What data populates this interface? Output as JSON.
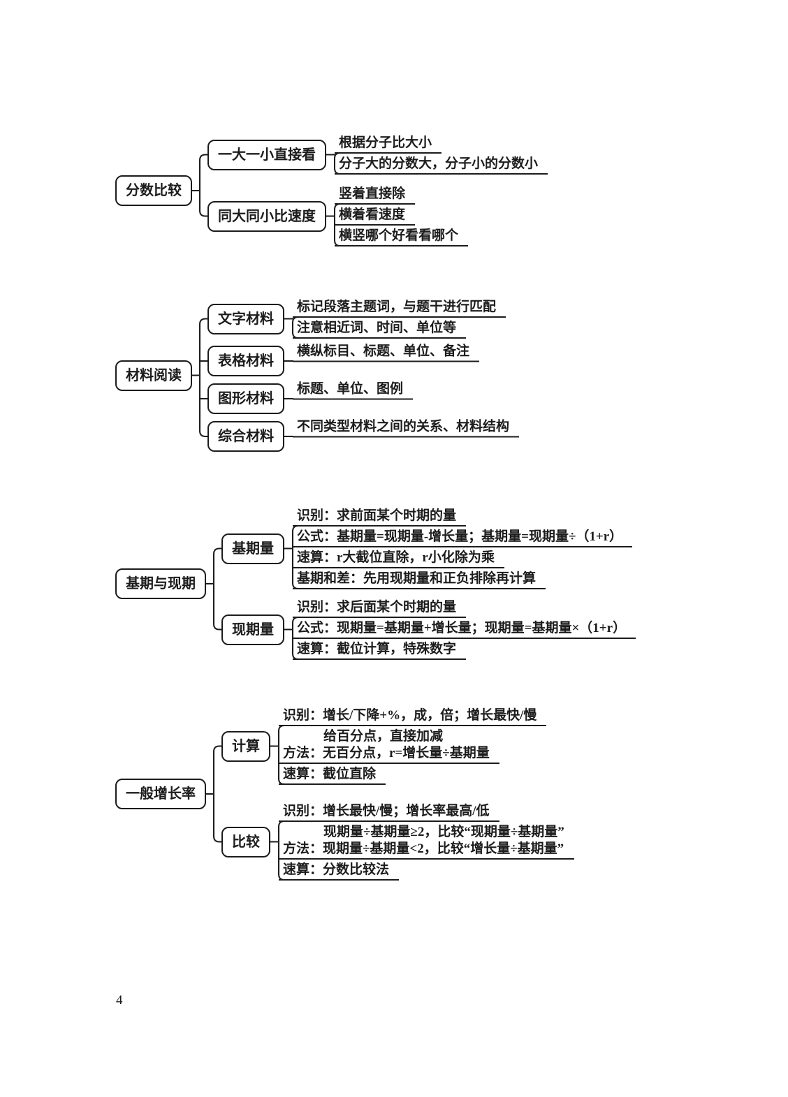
{
  "page": {
    "number": "4",
    "ink_color": "#1c1c1c",
    "background_color": "#ffffff"
  },
  "clusters": [
    {
      "root": "分数比较",
      "branches": [
        {
          "label": "一大一小直接看",
          "leaves": [
            {
              "text": "根据分子比大小"
            },
            {
              "text": "分子大的分数大，分子小的分数小"
            }
          ]
        },
        {
          "label": "同大同小比速度",
          "leaves": [
            {
              "text": "竖着直接除"
            },
            {
              "text": "横着看速度"
            },
            {
              "text": "横竖哪个好看看哪个"
            }
          ]
        }
      ]
    },
    {
      "root": "材料阅读",
      "branches": [
        {
          "label": "文字材料",
          "leaves": [
            {
              "text": "标记段落主题词，与题干进行匹配"
            },
            {
              "text": "注意相近词、时间、单位等"
            }
          ]
        },
        {
          "label": "表格材料",
          "leaves": [
            {
              "text": "横纵标目、标题、单位、备注"
            }
          ]
        },
        {
          "label": "图形材料",
          "leaves": [
            {
              "text": "标题、单位、图例"
            }
          ]
        },
        {
          "label": "综合材料",
          "leaves": [
            {
              "text": "不同类型材料之间的关系、材料结构"
            }
          ]
        }
      ]
    },
    {
      "root": "基期与现期",
      "branches": [
        {
          "label": "基期量",
          "leaves": [
            {
              "text": "识别：求前面某个时期的量"
            },
            {
              "text": "公式：基期量=现期量-增长量；基期量=现期量÷（1+r）"
            },
            {
              "text": "速算：r大截位直除，r小化除为乘"
            },
            {
              "text": "基期和差：先用现期量和正负排除再计算"
            }
          ]
        },
        {
          "label": "现期量",
          "leaves": [
            {
              "text": "识别：求后面某个时期的量"
            },
            {
              "text": "公式：现期量=基期量+增长量；现期量=基期量×（1+r）"
            },
            {
              "text": "速算：截位计算，特殊数字"
            }
          ]
        }
      ]
    },
    {
      "root": "一般增长率",
      "branches": [
        {
          "label": "计算",
          "leaves": [
            {
              "text": "识别：增长/下降+%，成，倍；增长最快/慢"
            },
            {
              "pre": "给百分点，直接加减",
              "text": "方法：无百分点，r=增长量÷基期量"
            },
            {
              "text": "速算：截位直除"
            }
          ]
        },
        {
          "label": "比较",
          "leaves": [
            {
              "text": "识别：增长最快/慢；增长率最高/低"
            },
            {
              "pre": "现期量÷基期量≥2，比较“现期量÷基期量”",
              "text": "方法：现期量÷基期量<2，比较“增长量÷基期量”"
            },
            {
              "text": "速算：分数比较法"
            }
          ]
        }
      ]
    }
  ]
}
